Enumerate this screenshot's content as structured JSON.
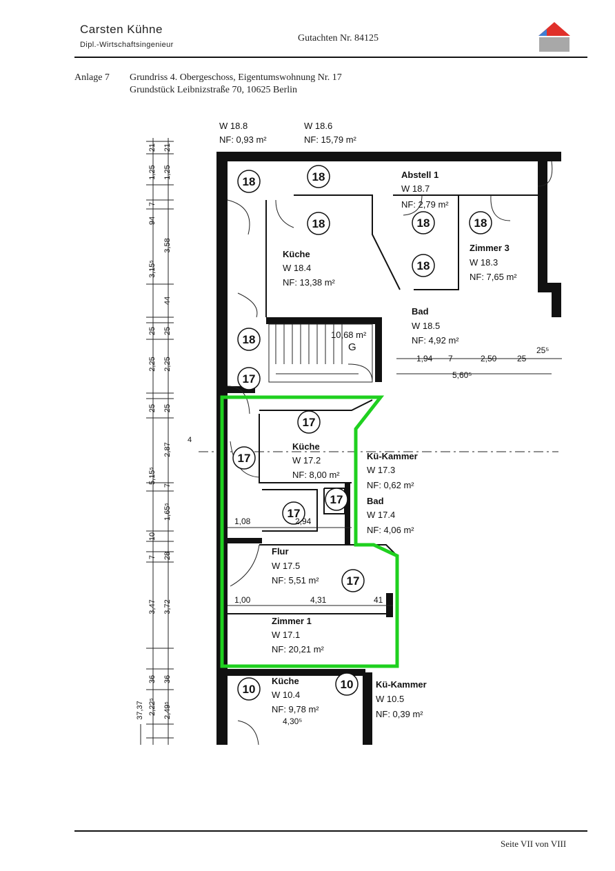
{
  "header": {
    "name": "Carsten Kühne",
    "title": "Dipl.-Wirtschaftsingenieur",
    "report": "Gutachten Nr. 84125",
    "logo_colors": {
      "roof": "#e0302a",
      "left": "#3f7fd4",
      "body": "#a8a8a8"
    }
  },
  "caption": {
    "annex": "Anlage 7",
    "line1": "Grundriss 4. Obergeschoss, Eigentumswohnung Nr. 17",
    "line2": "Grundstück Leibnizstraße 70, 10625 Berlin"
  },
  "plan": {
    "highlight_color": "#1fd01f",
    "rooms": [
      {
        "name": "",
        "no": "W 18.8",
        "area": "NF: 0,93 m²"
      },
      {
        "name": "",
        "no": "W 18.6",
        "area": "NF: 15,79 m²"
      },
      {
        "name": "Abstell 1",
        "no": "W 18.7",
        "area": "NF: 2,79 m²"
      },
      {
        "name": "Küche",
        "no": "W 18.4",
        "area": "NF: 13,38 m²"
      },
      {
        "name": "Zimmer 3",
        "no": "W 18.3",
        "area": "NF: 7,65 m²"
      },
      {
        "name": "Bad",
        "no": "W 18.5",
        "area": "NF: 4,92 m²"
      },
      {
        "name": "Küche",
        "no": "W 17.2",
        "area": "NF: 8,00 m²"
      },
      {
        "name": "Kü-Kammer",
        "no": "W 17.3",
        "area": "NF:  0,62 m²"
      },
      {
        "name": "Bad",
        "no": "W 17.4",
        "area": "NF: 4,06 m²"
      },
      {
        "name": "Flur",
        "no": "W 17.5",
        "area": "NF: 5,51 m²"
      },
      {
        "name": "Zimmer 1",
        "no": "W 17.1",
        "area": "NF: 20,21 m²"
      },
      {
        "name": "Küche",
        "no": "W 10.4",
        "area": "NF: 9,78 m²"
      },
      {
        "name": "Kü-Kammer",
        "no": "W 10.5",
        "area": "NF: 0,39 m²"
      }
    ],
    "stair": {
      "area": "10,68 m²",
      "label": "G"
    },
    "circles": [
      "18",
      "18",
      "18",
      "18",
      "18",
      "18",
      "18",
      "17",
      "17",
      "17",
      "17",
      "17",
      "17",
      "10",
      "10"
    ],
    "section_mark": "4",
    "dims_right": [
      "1,94",
      "7",
      "2,50",
      "25",
      "25⁵",
      "5,60⁵",
      "1,08",
      "2,94",
      "1,00",
      "4,31",
      "41",
      "4,30⁵"
    ],
    "dims_left": [
      "21",
      "1,25",
      "7",
      "94",
      "3,58",
      "44",
      "3,15⁵",
      "25",
      "2,25",
      "25",
      "2,87",
      "7",
      "5,15⁵",
      "1,65⁵",
      "10",
      "28",
      "7",
      "3,72",
      "3,47",
      "36",
      "2,22⁵",
      "2,49⁵",
      "37,37",
      "21",
      "1,25",
      "25",
      "2,25",
      "25",
      "36"
    ]
  },
  "footer": {
    "page": "Seite VII von VIII"
  }
}
